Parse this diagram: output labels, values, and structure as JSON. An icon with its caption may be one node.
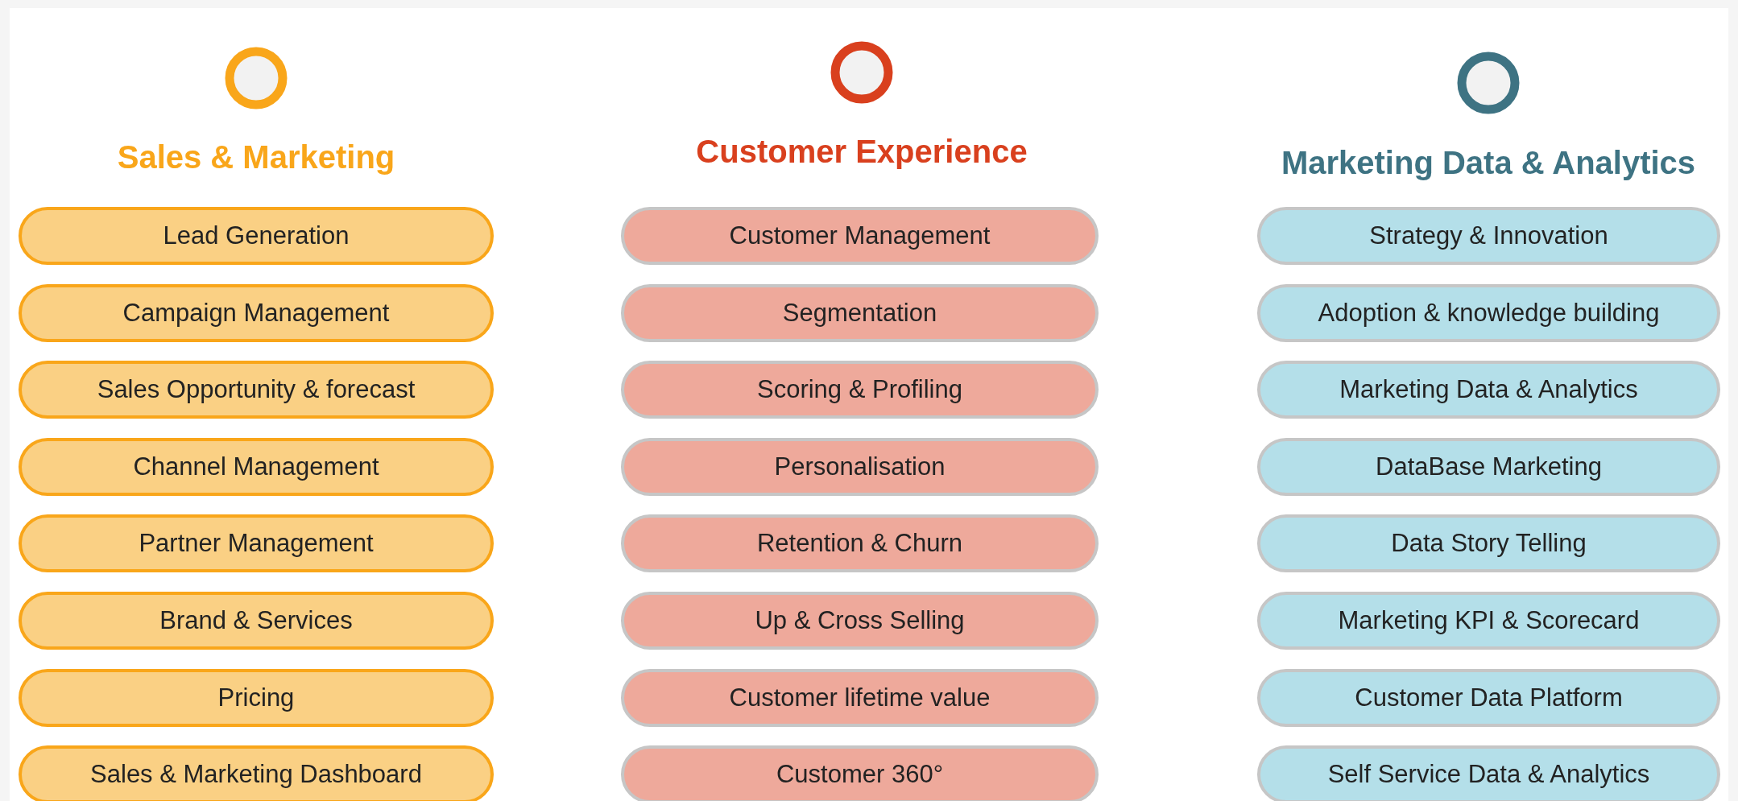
{
  "diagram": {
    "nodes": [
      {
        "text": [
          "Lead Generation"
        ]
      },
      {
        "text": [
          "Campaign Management"
        ]
      },
      {
        "text": [
          "Sales Opportunity & forecast"
        ]
      },
      {
        "text": [
          "Channel Management"
        ]
      },
      {
        "text": [
          "Partner Management"
        ]
      },
      {
        "text": [
          "Brand & Services"
        ]
      },
      {
        "text": [
          "Pricing"
        ]
      },
      {
        "text": [
          "Sales & Marketing Dashboard"
        ]
      },
      {
        "text": [
          "Customer Management"
        ]
      },
      {
        "text": [
          "Segmentation"
        ]
      },
      {
        "text": [
          "Scoring & Profiling"
        ]
      },
      {
        "text": [
          "Personalisation"
        ]
      },
      {
        "text": [
          "Retention & Churn"
        ]
      },
      {
        "text": [
          "Up & Cross Selling"
        ]
      },
      {
        "text": [
          "Customer lifetime value"
        ]
      },
      {
        "text": [
          "Customer 360°"
        ]
      },
      {
        "text": [
          "Strategy & Innovation"
        ]
      },
      {
        "text": [
          "Adoption & knowledge building"
        ]
      },
      {
        "text": [
          "Marketing Data & Analytics"
        ]
      },
      {
        "text": [
          "DataBase Marketing"
        ]
      },
      {
        "text": [
          "Data Story Telling"
        ]
      },
      {
        "text": [
          "Marketing KPI & Scorecard"
        ]
      },
      {
        "text": [
          "Customer Data Platform"
        ]
      },
      {
        "text": [
          "Self Service Data & Analytics"
        ]
      }
    ],
    "edges": [],
    "labels": [
      "Sales & Marketing",
      "Customer Experience",
      "Marketing Data & Analytics"
    ]
  }
}
